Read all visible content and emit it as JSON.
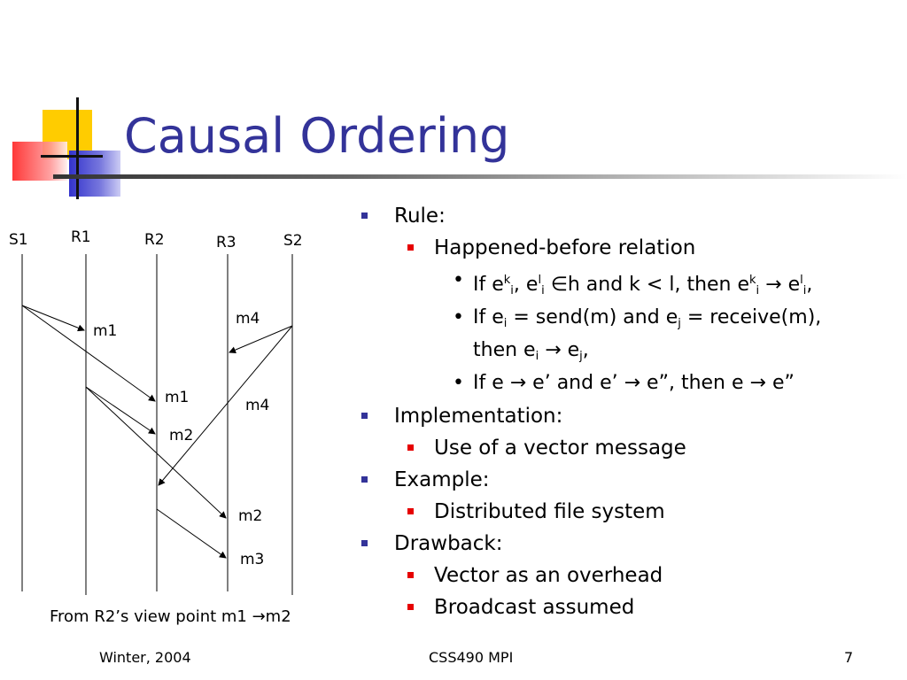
{
  "slide": {
    "title": "Causal Ordering",
    "accent_colors": {
      "title": "#333399",
      "yellow": "#ffcc00",
      "red": "#ff3333",
      "blue": "#3333cc",
      "bullet_l1": "#333399",
      "bullet_l2": "#e60000"
    }
  },
  "diagram": {
    "processes": [
      "S1",
      "R1",
      "R2",
      "R3",
      "S2"
    ],
    "messages": [
      {
        "label": "m1",
        "from": "S1",
        "to": "R1"
      },
      {
        "label": "m1",
        "from": "S1",
        "to": "R2"
      },
      {
        "label": "m2",
        "from": "R1",
        "to": "R2"
      },
      {
        "label": "m2",
        "from": "R1",
        "to": "R3"
      },
      {
        "label": "m3",
        "from": "R2",
        "to": "R3"
      },
      {
        "label": "m4",
        "from": "S2",
        "to": "R3"
      },
      {
        "label": "m4",
        "from": "S2",
        "to": "R2"
      }
    ],
    "caption": "From R2’s view point m1 →m2"
  },
  "bullets": {
    "rule_label": "Rule:",
    "rule_sub": "Happened-before relation",
    "rule_items": [
      {
        "p1": "If e",
        "k1": "k",
        "i1": "i",
        "p2": ", e",
        "l1": "l",
        "i2": "i",
        "p3": " ∈h and k < l, then e",
        "k2": "k",
        "i3": "i",
        "p4": " → e",
        "l2": "l",
        "i4": "i",
        "p5": ","
      },
      {
        "line1_a": "If e",
        "sub_i": "i",
        "line1_b": " = send(m) and e",
        "sub_j": "j",
        "line1_c": " = receive(m),",
        "line2_a": "then e",
        "sub_i2": "i",
        "line2_b": " → e",
        "sub_j2": "j",
        "line2_c": ","
      },
      {
        "text": "If e → e’ and e’ → e”, then e → e”"
      }
    ],
    "impl_label": "Implementation:",
    "impl_sub": "Use of a vector message",
    "example_label": "Example:",
    "example_sub": "Distributed file system",
    "drawback_label": "Drawback:",
    "drawback_subs": [
      "Vector as an overhead",
      "Broadcast assumed"
    ]
  },
  "footer": {
    "left": "Winter, 2004",
    "center": "CSS490 MPI",
    "right": "7"
  }
}
